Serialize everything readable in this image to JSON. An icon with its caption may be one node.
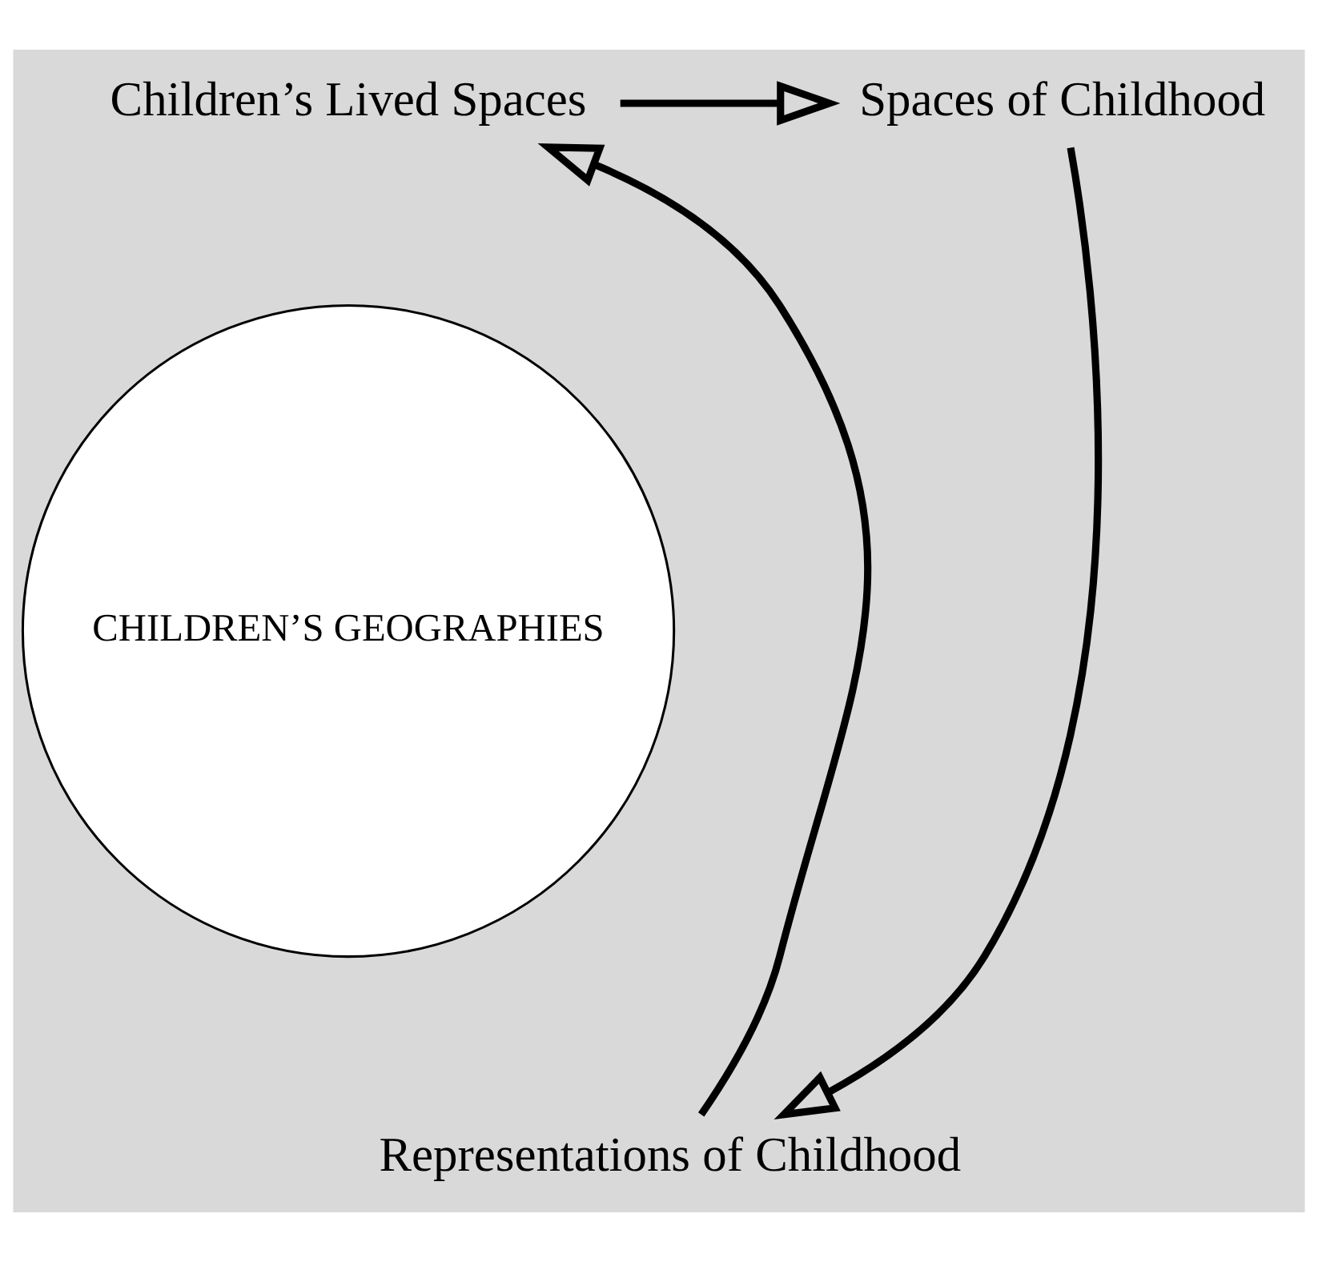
{
  "diagram": {
    "nodes": [
      {
        "text": [
          "Children’s Lived Spaces"
        ]
      },
      {
        "text": [
          "Spaces of Childhood"
        ]
      },
      {
        "text": [
          "CHILDREN’S GEOGRAPHIES"
        ]
      },
      {
        "text": [
          "Representations of Childhood"
        ]
      }
    ],
    "edges": [
      {
        "from": 0,
        "to": 1,
        "arrow": "to"
      },
      {
        "from": 1,
        "to": 3,
        "arrow": "to"
      },
      {
        "from": 3,
        "to": 0,
        "arrow": "to"
      }
    ]
  }
}
